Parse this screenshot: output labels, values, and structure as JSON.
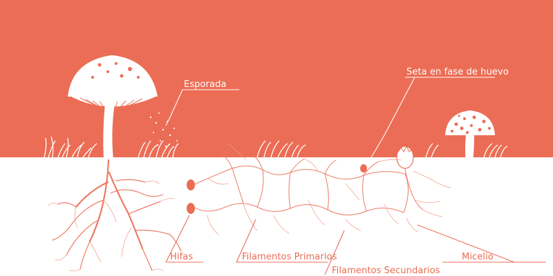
{
  "colors": {
    "sky": "#ec6d55",
    "ground": "#ffffff",
    "accent": "#e86b50",
    "root": "#ec7a63",
    "root_light": "#f3a391"
  },
  "labels": {
    "esporada": "Esporada",
    "seta_huevo": "Seta en fase de huevo",
    "hifas": "Hifas",
    "filamentos_primarios": "Filamentos Primarios",
    "filamentos_secundarios": "Filamentos Secundarios",
    "micelio": "Micelio"
  },
  "icons": [
    "mushroom-icon",
    "spotted-mushroom-icon",
    "egg-icon",
    "grass-icon",
    "mycelium-network"
  ]
}
